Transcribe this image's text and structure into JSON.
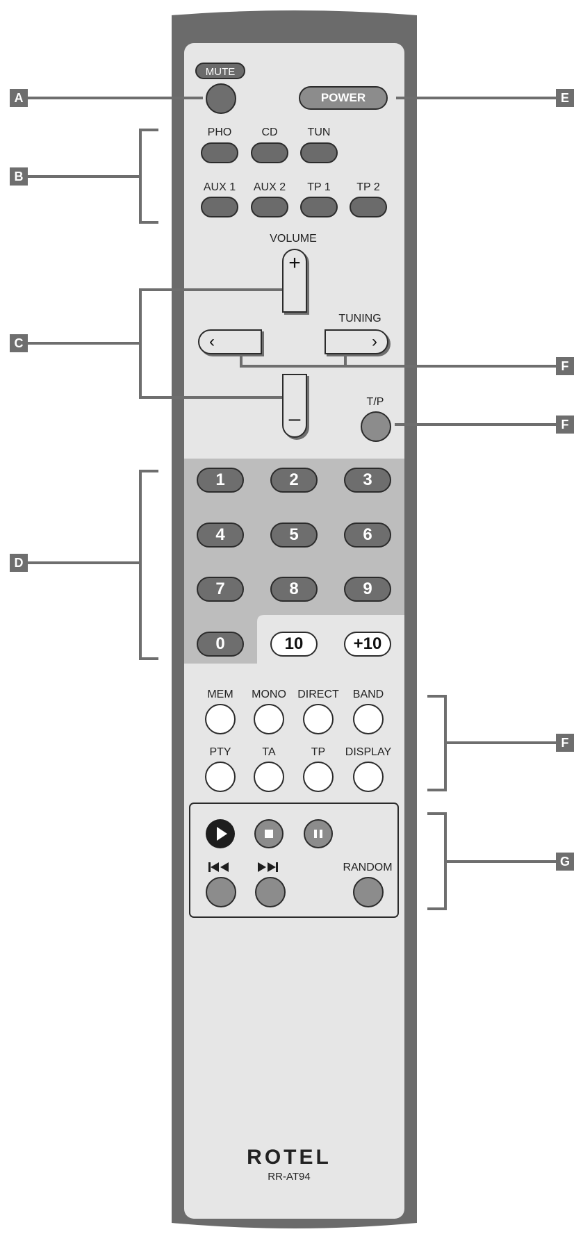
{
  "brand": "ROTEL",
  "model": "RR-AT94",
  "callouts": {
    "a": "A",
    "b": "B",
    "c": "C",
    "d": "D",
    "e": "E",
    "f": "F",
    "g": "G"
  },
  "labels": {
    "mute": "MUTE",
    "power": "POWER",
    "sources_row1": [
      "PHO",
      "CD",
      "TUN"
    ],
    "sources_row2": [
      "AUX 1",
      "AUX 2",
      "TP 1",
      "TP 2"
    ],
    "volume": "VOLUME",
    "volume_plus": "+",
    "volume_minus": "–",
    "tuning": "TUNING",
    "tp_button": "T/P",
    "numbers": [
      "1",
      "2",
      "3",
      "4",
      "5",
      "6",
      "7",
      "8",
      "9",
      "0",
      "10",
      "+10"
    ],
    "function_row1": [
      "MEM",
      "MONO",
      "DIRECT",
      "BAND"
    ],
    "function_row2": [
      "PTY",
      "TA",
      "TP",
      "DISPLAY"
    ],
    "random": "RANDOM"
  },
  "colors": {
    "body": "#6b6b6b",
    "face": "#e6e6e6",
    "keypad_panel": "#bdbdbd",
    "dark_button": "#6e6e6e",
    "grey_button": "#8c8c8c",
    "callout": "#6e6e6e"
  },
  "icons": [
    "play-icon",
    "stop-icon",
    "pause-icon",
    "previous-track-icon",
    "next-track-icon",
    "chevron-left-icon",
    "chevron-right-icon"
  ]
}
